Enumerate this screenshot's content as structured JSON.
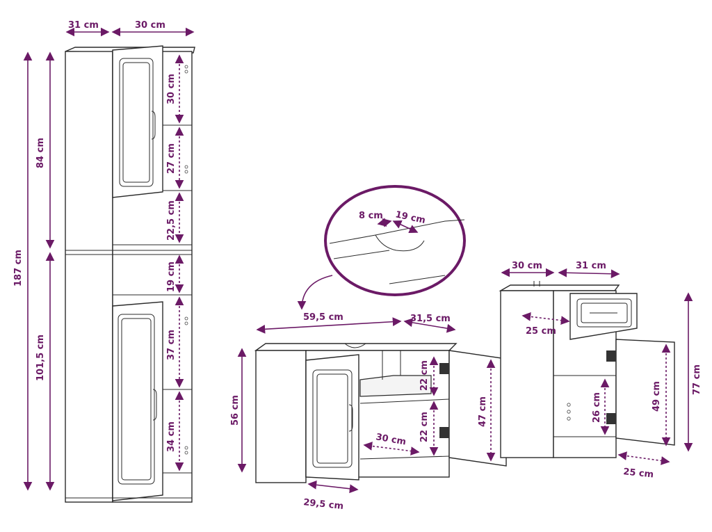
{
  "colors": {
    "dimension": "#6b1a66",
    "outline": "#2a2a2a"
  },
  "tall_cabinet": {
    "width_left": "31 cm",
    "width_right": "30 cm",
    "height_total": "187 cm",
    "height_upper": "84 cm",
    "height_lower": "101,5 cm",
    "shelf_1": "30 cm",
    "shelf_2": "27 cm",
    "shelf_3": "22,5 cm",
    "shelf_4": "19 cm",
    "shelf_5": "37 cm",
    "shelf_6": "34 cm"
  },
  "detail_zoom": {
    "cut_depth": "8 cm",
    "cut_width": "19 cm"
  },
  "sink_cabinet": {
    "width": "59,5 cm",
    "depth": "31,5 cm",
    "height": "56 cm",
    "inner_width": "30 cm",
    "door_width": "29,5 cm",
    "shelf_upper": "22 cm",
    "shelf_lower": "22 cm",
    "door_height": "47 cm"
  },
  "small_cabinet": {
    "width": "30 cm",
    "depth": "31 cm",
    "drawer_depth": "25 cm",
    "height": "77 cm",
    "door_height": "49 cm",
    "shelf": "26 cm",
    "door_width": "25 cm"
  }
}
